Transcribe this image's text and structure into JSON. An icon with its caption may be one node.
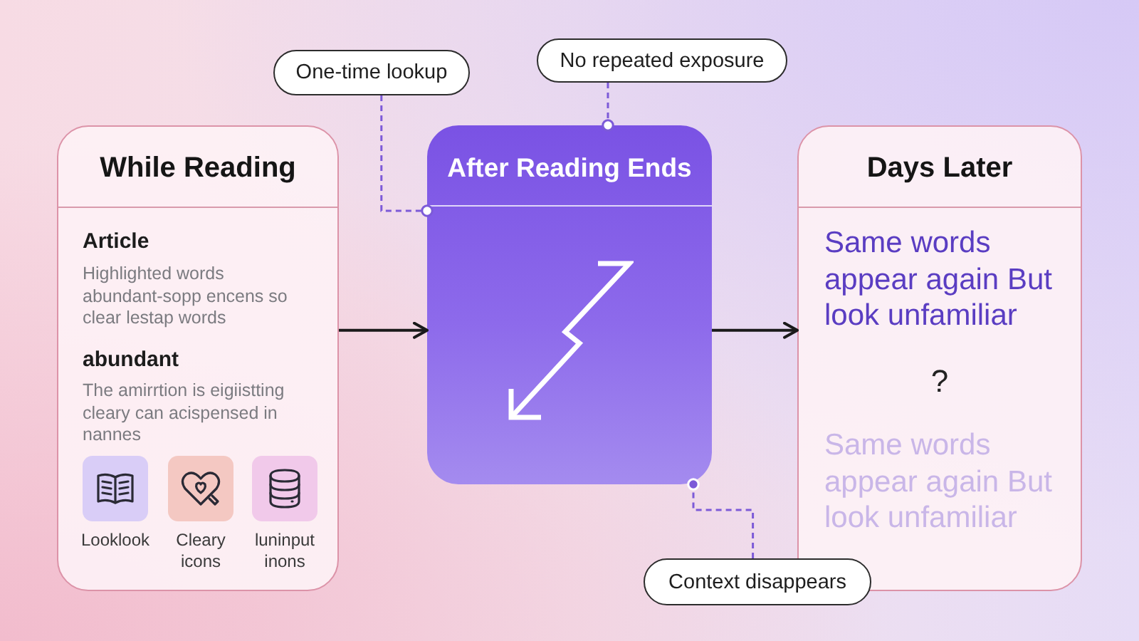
{
  "diagram": {
    "nodes": [
      {
        "text": [
          "While Reading",
          "Article",
          "Highlighted words abundant-sopp encens so clear lestap words",
          "abundant",
          "The amirrtion is eigiistting cleary can acispensed in nannes"
        ]
      },
      {
        "text": [
          "Looklook"
        ],
        "in": 0
      },
      {
        "text": [
          "Cleary icons"
        ],
        "in": 0
      },
      {
        "text": [
          "luninput inons"
        ],
        "in": 0
      },
      {
        "text": [
          "After Reading Ends"
        ]
      },
      {
        "text": [
          "Days Later",
          "Same words appear again But look unfamiliar",
          "?",
          "Same words appear again But look unfamiliar"
        ]
      },
      {
        "text": [
          "One-time lookup"
        ]
      },
      {
        "text": [
          "No repeated exposure"
        ]
      },
      {
        "text": [
          "Context disappears"
        ]
      }
    ],
    "edges": [
      {
        "from": 0,
        "to": 4,
        "arrow": "to",
        "color": "#1a1a1a"
      },
      {
        "from": 4,
        "to": 5,
        "arrow": "to",
        "color": "#1a1a1a"
      },
      {
        "from": 6,
        "to": 4,
        "arrow": "other",
        "style": "dashed"
      },
      {
        "from": 7,
        "to": 4,
        "arrow": "other",
        "style": "dashed"
      },
      {
        "from": 8,
        "to": 4,
        "arrow": "other",
        "style": "dashed"
      }
    ]
  }
}
